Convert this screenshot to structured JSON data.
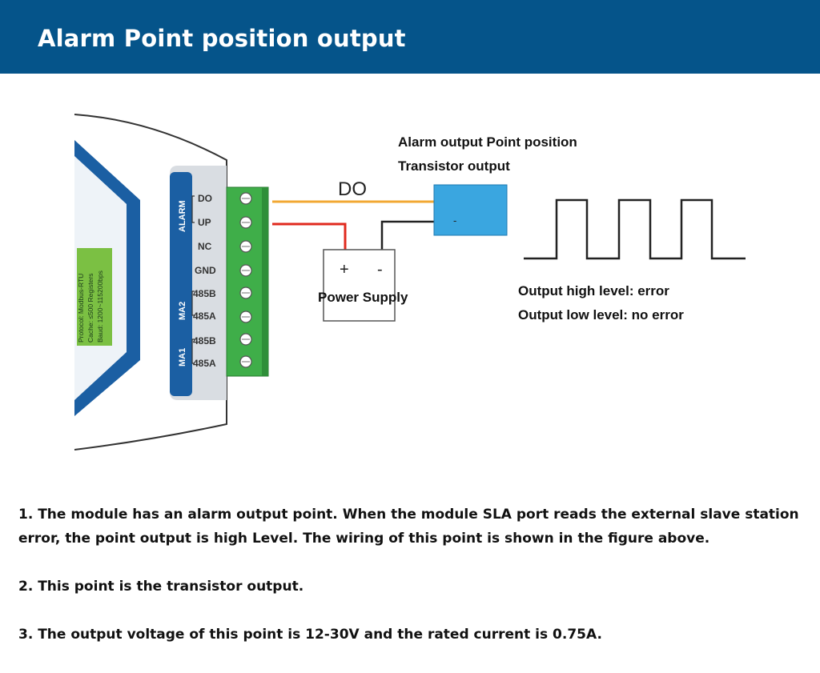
{
  "title": "Alarm Point position output",
  "module": {
    "side_label_lines": [
      "Protocol: Modbus-RTU",
      "Cache: ≤500 Registers",
      "Baud: 1200~115200bps"
    ],
    "groups": {
      "alarm": "ALARM",
      "ma2": "MA2",
      "ma1": "MA1"
    },
    "pins": [
      "DO",
      "UP",
      "NC",
      "GND",
      "485B",
      "485A",
      "485B",
      "485A"
    ]
  },
  "wire_label": "DO",
  "transistor": {
    "title_line1": "Alarm output Point position",
    "title_line2": "Transistor output",
    "minus": "-"
  },
  "power_supply": {
    "plus": "+",
    "minus": "-",
    "label": "Power Supply"
  },
  "levels": {
    "high": "Output high level: error",
    "low": "Output low level: no error"
  },
  "colors": {
    "header": "#05548a",
    "module_blue": "#1b5fa3",
    "terminal_green": "#3fae49",
    "transistor_box": "#3aa6e0",
    "do_wire": "#f2a833",
    "up_wire": "#e02a1e"
  },
  "notes": [
    "1. The module has an alarm output point. When the module SLA port reads the external slave station error, the point output is high Level. The wiring of this point is shown in the figure above.",
    "2. This point is the transistor output.",
    "3. The output voltage of this point is 12-30V and the rated current is 0.75A."
  ]
}
